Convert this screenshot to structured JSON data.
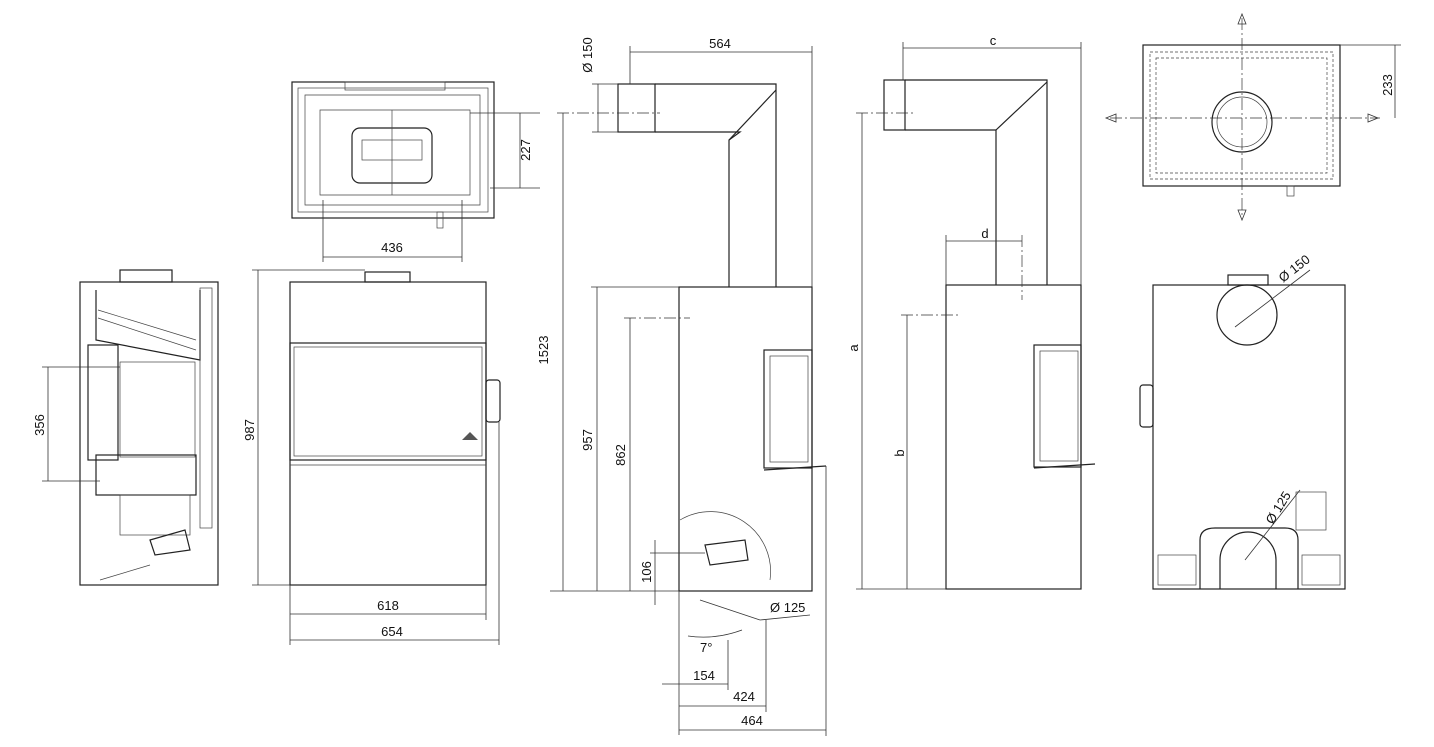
{
  "views": {
    "top_view_left": {
      "dim_depth": "227",
      "dim_width": "436"
    },
    "side_section": {
      "dim_height": "356"
    },
    "front_view": {
      "dim_height": "987",
      "dim_width_inner": "618",
      "dim_width_outer": "654"
    },
    "side_view_flue": {
      "dim_flue_offset": "564",
      "dim_flue_diameter": "Ø 150",
      "dim_total_height": "1523",
      "dim_body_height": "957",
      "dim_flue_center": "862",
      "dim_air_inlet_height": "106",
      "dim_air_inlet_diameter": "Ø 125",
      "dim_angle": "7°",
      "dim_154": "154",
      "dim_424": "424",
      "dim_464": "464"
    },
    "side_view_variable": {
      "dim_c": "c",
      "dim_a": "a",
      "dim_b": "b",
      "dim_d": "d"
    },
    "top_view_right": {
      "dim_233": "233"
    },
    "back_view": {
      "dim_flue_diameter": "Ø 150",
      "dim_air_diameter": "Ø 125"
    }
  }
}
